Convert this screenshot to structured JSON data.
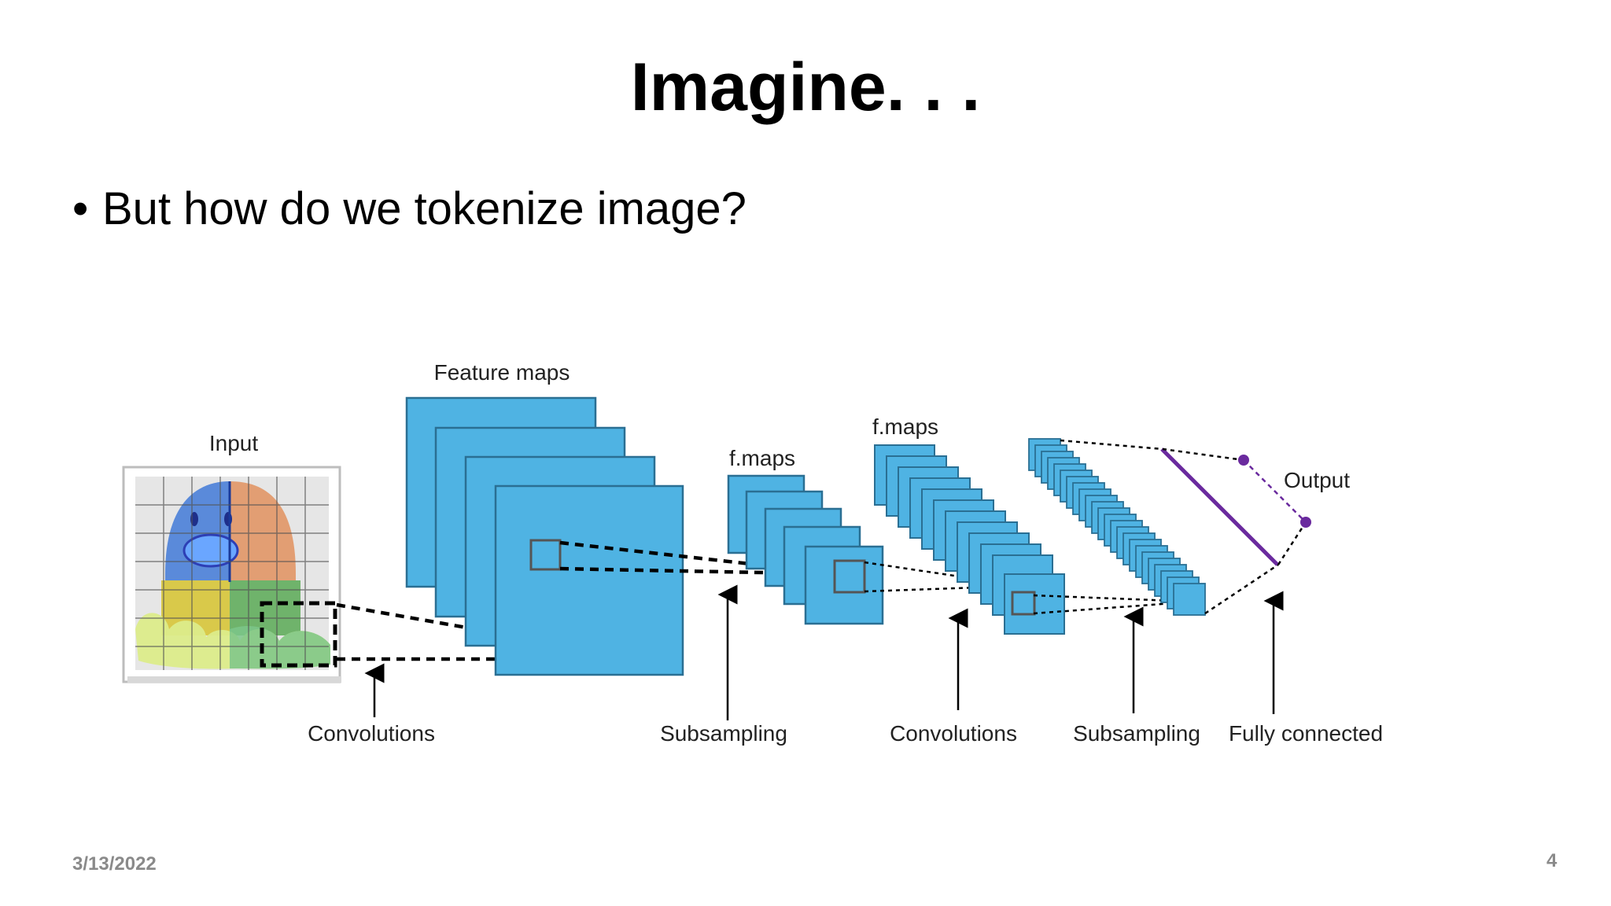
{
  "slide": {
    "title": "Imagine. . .",
    "bullet_symbol": "•",
    "bullet_text": "But how do we tokenize image?",
    "date": "3/13/2022",
    "page_number": "4"
  },
  "diagram": {
    "colors": {
      "feature_map_fill": "#4fb3e3",
      "feature_map_stroke": "#2a6f93",
      "output_line": "#6a2a9e",
      "input_blue": "#4a7fd8",
      "input_orange": "#e29a6d",
      "input_yellow": "#d9c94a",
      "input_green": "#6fb36b"
    },
    "labels": {
      "input": "Input",
      "feature_maps": "Feature maps",
      "fmaps_1": "f.maps",
      "fmaps_2": "f.maps",
      "output": "Output",
      "convolutions_1": "Convolutions",
      "subsampling_1": "Subsampling",
      "convolutions_2": "Convolutions",
      "subsampling_2": "Subsampling",
      "fully_connected": "Fully connected"
    }
  }
}
